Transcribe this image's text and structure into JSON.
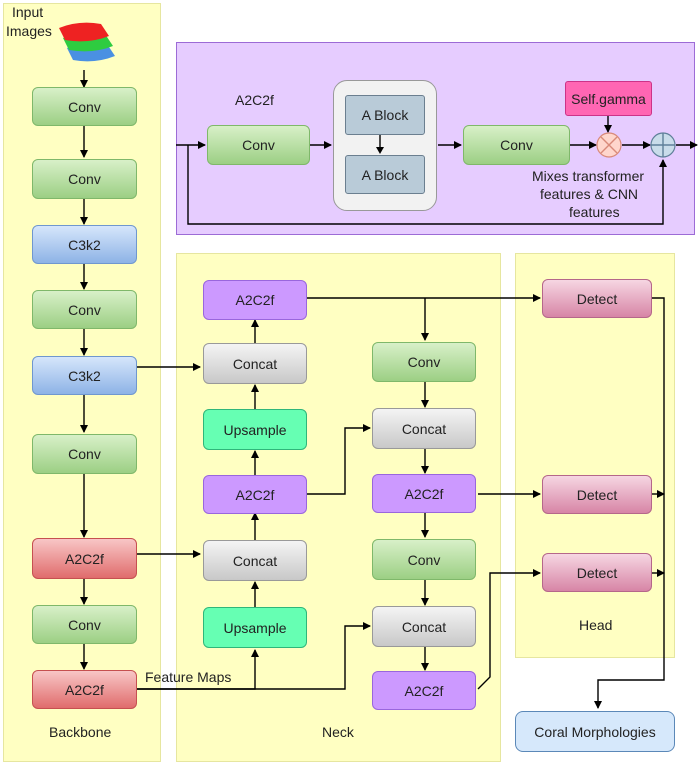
{
  "input_label": [
    "Input",
    "Images"
  ],
  "sections": {
    "backbone": "Backbone",
    "neck": "Neck",
    "head": "Head"
  },
  "backbone": [
    "Conv",
    "Conv",
    "C3k2",
    "Conv",
    "C3k2",
    "Conv",
    "A2C2f",
    "Conv",
    "A2C2f"
  ],
  "neck_left": [
    "A2C2f",
    "Concat",
    "Upsample",
    "A2C2f",
    "Concat",
    "Upsample"
  ],
  "neck_right": [
    "Conv",
    "Concat",
    "A2C2f",
    "Conv",
    "Concat",
    "A2C2f"
  ],
  "head": [
    "Detect",
    "Detect",
    "Detect"
  ],
  "feature_maps": "Feature Maps",
  "output": "Coral Morphologies",
  "a2c2f_detail": {
    "title": "A2C2f",
    "conv_in": "Conv",
    "block1": "A Block",
    "block2": "A Block",
    "conv_out": "Conv",
    "gamma": "Self.gamma",
    "note": [
      "Mixes transformer",
      "features & CNN",
      "features"
    ]
  },
  "colors": {
    "conv": "#9ccf84",
    "c3k2": "#8db3e6",
    "a2c2f_backbone": "#e06c6c",
    "a2c2f_neck": "#cc99ff",
    "upsample": "#66ffb3",
    "detect": "#d785a6",
    "panel_yellow": "#ffffc2",
    "panel_purple": "#e6ccff"
  }
}
